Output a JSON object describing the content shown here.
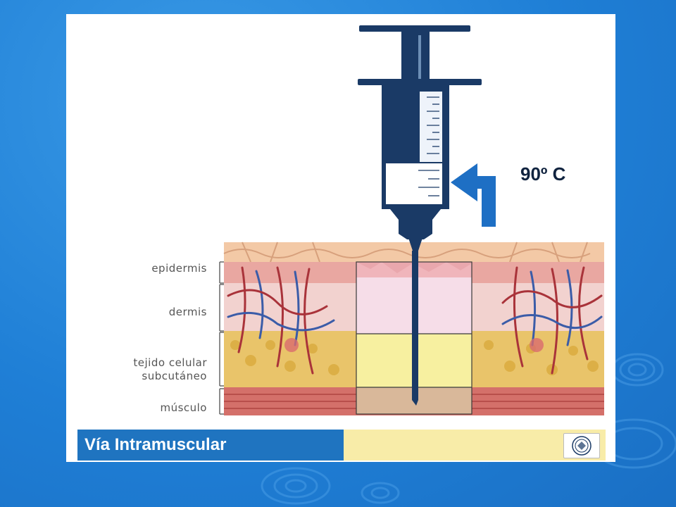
{
  "diagram": {
    "angle_label": "90º C",
    "layers": [
      {
        "id": "epidermis",
        "label": "epidermis"
      },
      {
        "id": "dermis",
        "label": "dermis"
      },
      {
        "id": "subcutaneous",
        "label": "tejido celular\nsubcutáneo"
      },
      {
        "id": "muscle",
        "label": "músculo"
      }
    ],
    "caption": "Vía Intramuscular"
  },
  "colors": {
    "background": "#1f7fd6",
    "syringe": "#1a3a66",
    "arrow": "#1e6fc4",
    "epidermis": "#f3b6b8",
    "dermis": "#f6dde8",
    "subcutaneous": "#f7f0a0",
    "muscle": "#d9b89a",
    "caption_bg": "#1f74c0",
    "footer_bg": "#f8eca8"
  },
  "icons": {
    "seal": "institution-seal-icon",
    "arrow": "angle-arrow-icon"
  }
}
